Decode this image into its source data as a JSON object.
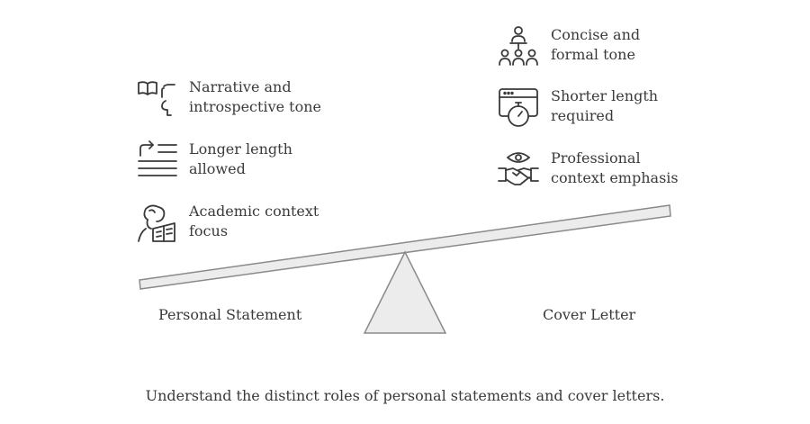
{
  "left": {
    "label": "Personal Statement",
    "items": [
      {
        "icon": "book-and-speech-icon",
        "text_1": "Narrative and",
        "text_2": "introspective tone"
      },
      {
        "icon": "long-text-lines-icon",
        "text_1": "Longer length",
        "text_2": "allowed"
      },
      {
        "icon": "person-reading-icon",
        "text_1": "Academic context",
        "text_2": "focus"
      }
    ]
  },
  "right": {
    "label": "Cover Letter",
    "items": [
      {
        "icon": "presenter-audience-icon",
        "text_1": "Concise and",
        "text_2": "formal tone"
      },
      {
        "icon": "browser-stopwatch-icon",
        "text_1": "Shorter length",
        "text_2": "required"
      },
      {
        "icon": "eye-handshake-icon",
        "text_1": "Professional",
        "text_2": "context emphasis"
      }
    ]
  },
  "caption": "Understand the distinct roles of personal statements and cover letters.",
  "colors": {
    "stroke": "#3a3a3a",
    "fill": "#ececec"
  }
}
